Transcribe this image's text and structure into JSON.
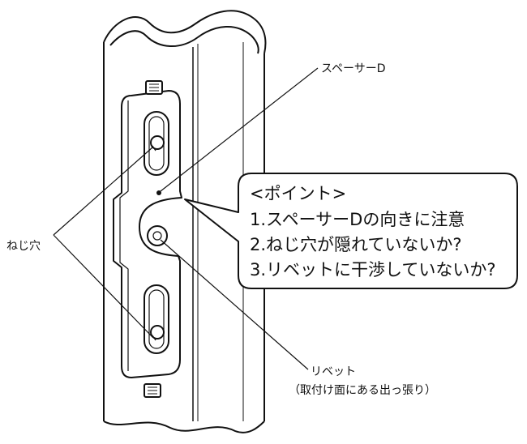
{
  "labels": {
    "spacer": "スペーサーD",
    "screw_hole": "ねじ穴",
    "rivet_line1": "リベット",
    "rivet_line2": "（取付け面にある出っ張り）"
  },
  "callout": {
    "heading": "<ポイント>",
    "items": [
      "1.スペーサーDの向きに注意",
      "2.ねじ穴が隠れていないか?",
      "3.リベットに干渉していないか?"
    ]
  }
}
